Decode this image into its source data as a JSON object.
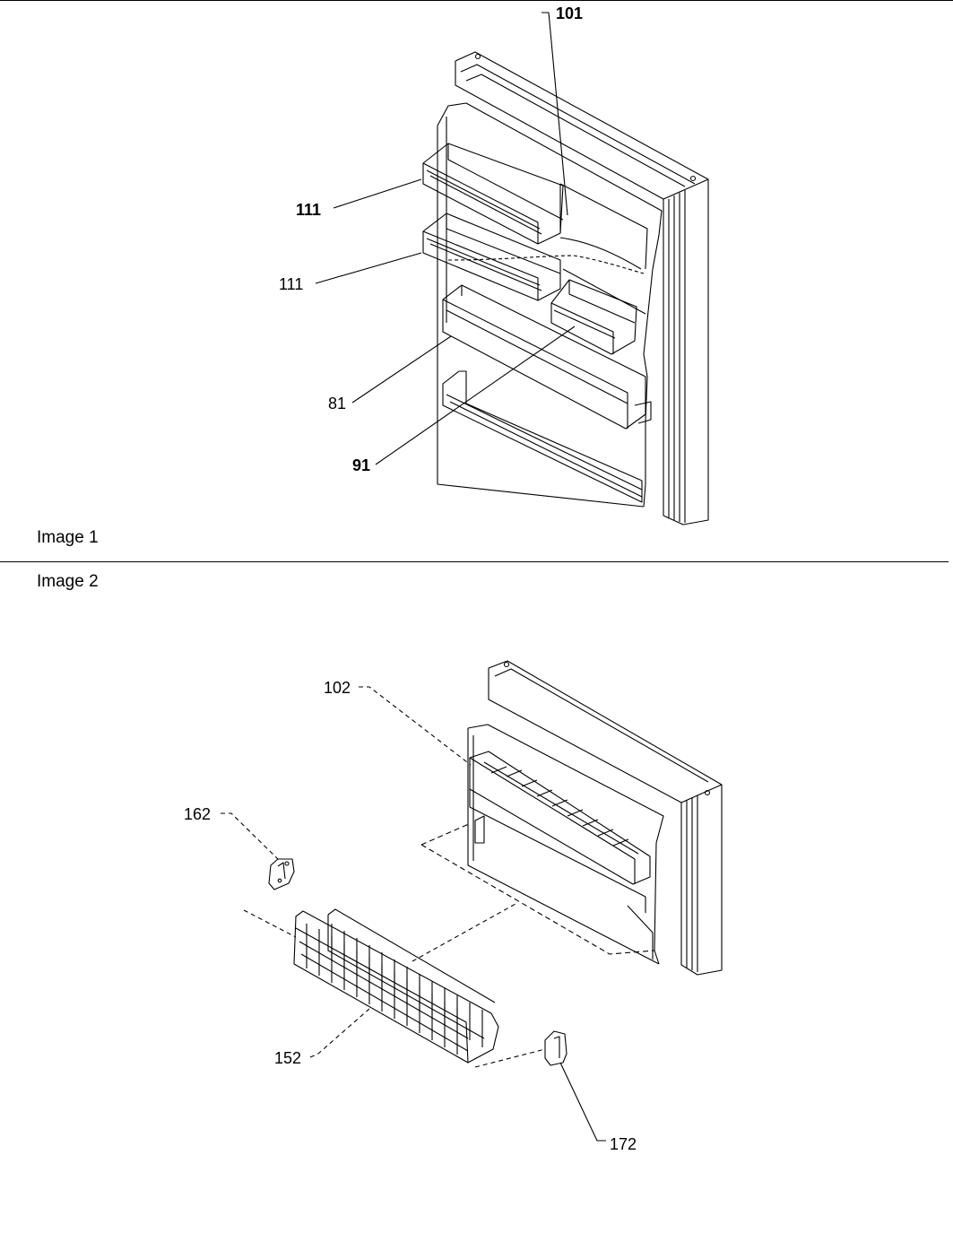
{
  "captions": {
    "image1": "Image 1",
    "image2": "Image 2"
  },
  "image1": {
    "callouts": [
      {
        "id": "101",
        "label": "101"
      },
      {
        "id": "111a",
        "label": "111"
      },
      {
        "id": "111b",
        "label": "111"
      },
      {
        "id": "81",
        "label": "81"
      },
      {
        "id": "91",
        "label": "91"
      }
    ]
  },
  "image2": {
    "callouts": [
      {
        "id": "102",
        "label": "102"
      },
      {
        "id": "162",
        "label": "162"
      },
      {
        "id": "152",
        "label": "152"
      },
      {
        "id": "172",
        "label": "172"
      }
    ]
  }
}
